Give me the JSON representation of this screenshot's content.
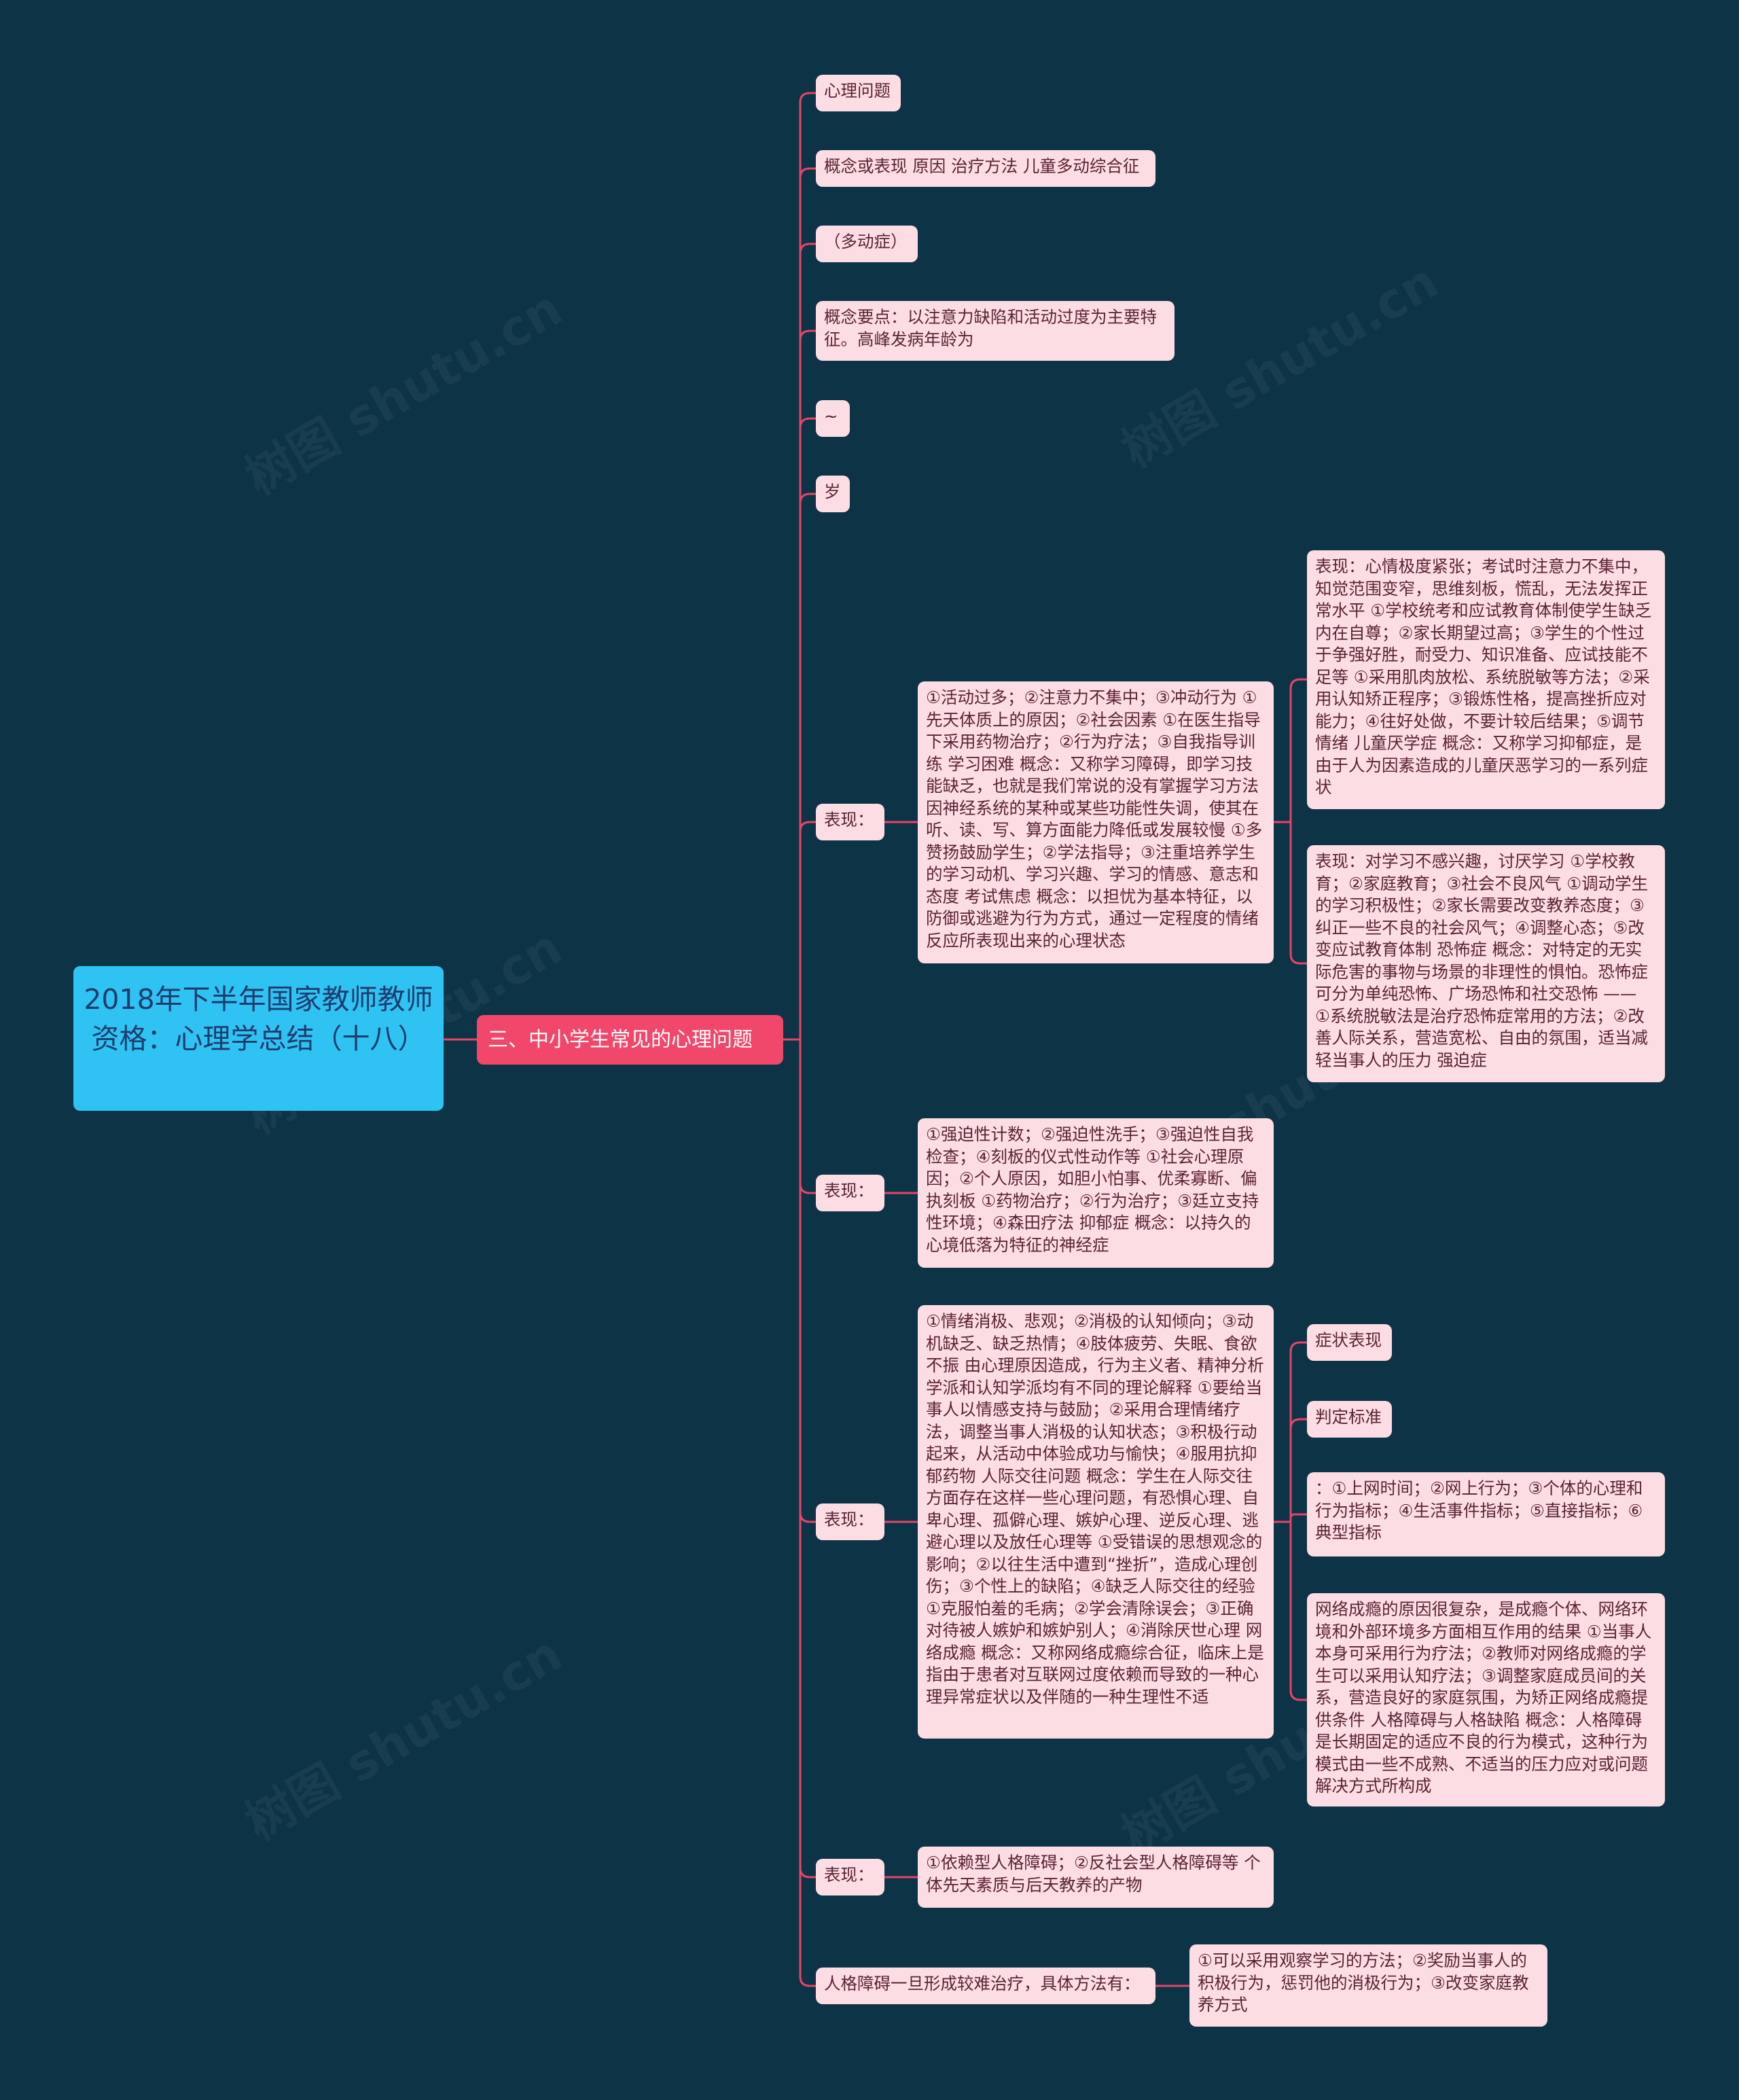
{
  "root": {
    "title": "2018年下半年国家教师教师资格：心理学总结（十八）"
  },
  "branch": {
    "label": "三、中小学生常见的心理问题"
  },
  "watermark": "树图 shutu.cn",
  "items": [
    "心理问题",
    "概念或表现 原因 治疗方法 儿童多动综合征",
    "（多动症）",
    "概念要点：以注意力缺陷和活动过度为主要特征。高峰发病年龄为",
    "~",
    "岁",
    "表现：",
    "表现：",
    "表现：",
    "表现：",
    "人格障碍一旦形成较难治疗，具体方法有："
  ],
  "details": [
    "①活动过多；②注意力不集中；③冲动行为 ①先天体质上的原因；②社会因素 ①在医生指导下采用药物治疗；②行为疗法；③自我指导训练 学习困难 概念：又称学习障碍，即学习技能缺乏，也就是我们常说的没有掌握学习方法 因神经系统的某种或某些功能性失调，使其在听、读、写、算方面能力降低或发展较慢 ①多赞扬鼓励学生；②学法指导；③注重培养学生的学习动机、学习兴趣、学习的情感、意志和态度 考试焦虑 概念：以担忧为基本特征，以防御或逃避为行为方式，通过一定程度的情绪反应所表现出来的心理状态",
    "①强迫性计数；②强迫性洗手；③强迫性自我检查；④刻板的仪式性动作等 ①社会心理原因；②个人原因，如胆小怕事、优柔寡断、偏执刻板 ①药物治疗；②行为治疗；③廷立支持性环境；④森田疗法 抑郁症 概念：以持久的心境低落为特征的神经症",
    "①情绪消极、悲观；②消极的认知倾向；③动机缺乏、缺乏热情；④肢体疲劳、失眠、食欲不振 由心理原因造成，行为主义者、精神分析学派和认知学派均有不同的理论解释 ①要给当事人以情感支持与鼓励；②采用合理情绪疗法，调整当事人消极的认知状态；③积极行动起来，从活动中体验成功与愉快；④服用抗抑郁药物 人际交往问题 概念：学生在人际交往方面存在这样一些心理问题，有恐惧心理、自卑心理、孤僻心理、嫉妒心理、逆反心理、逃避心理以及放任心理等 ①受错误的思想观念的影响；②以往生活中遭到“挫折”，造成心理创伤；③个性上的缺陷；④缺乏人际交往的经验 ①克服怕羞的毛病；②学会清除误会；③正确对待被人嫉妒和嫉妒别人；④消除厌世心理 网络成瘾 概念：又称网络成瘾综合征，临床上是指由于患者对互联网过度依赖而导致的一种心理异常症状以及伴随的一种生理性不适",
    "①依赖型人格障碍；②反社会型人格障碍等 个体先天素质与后天教养的产物",
    "①可以采用观察学习的方法；②奖励当事人的积极行为，惩罚他的消极行为；③改变家庭教养方式"
  ],
  "right": [
    "表现：心情极度紧张；考试时注意力不集中，知觉范围变窄，思维刻板，慌乱，无法发挥正常水平 ①学校统考和应试教育体制使学生缺乏内在自尊；②家长期望过高；③学生的个性过于争强好胜，耐受力、知识准备、应试技能不足等 ①采用肌肉放松、系统脱敏等方法；②采用认知矫正程序；③锻炼性格，提高挫折应对能力；④往好处做，不要计较后结果；⑤调节情绪 儿童厌学症 概念：又称学习抑郁症，是由于人为因素造成的儿童厌恶学习的一系列症状",
    "表现：对学习不感兴趣，讨厌学习 ①学校教育；②家庭教育；③社会不良风气 ①调动学生的学习积极性；②家长需要改变教养态度；③纠正一些不良的社会风气；④调整心态；⑤改变应试教育体制 恐怖症 概念：对特定的无实际危害的事物与场景的非理性的惧怕。恐怖症可分为单纯恐怖、广场恐怖和社交恐怖 —— ①系统脱敏法是治疗恐怖症常用的方法；②改善人际关系，营造宽松、自由的氛围，适当减轻当事人的压力 强迫症",
    "症状表现",
    "判定标准",
    "：①上网时间；②网上行为；③个体的心理和行为指标；④生活事件指标；⑤直接指标；⑥典型指标",
    "网络成瘾的原因很复杂，是成瘾个体、网络环境和外部环境多方面相互作用的结果 ①当事人本身可采用行为疗法；②教师对网络成瘾的学生可以采用认知疗法；③调整家庭成员间的关系，营造良好的家庭氛围，为矫正网络成瘾提供条件 人格障碍与人格缺陷 概念：人格障碍是长期固定的适应不良的行为模式，这种行为模式由一些不成熟、不适当的压力应对或问题解决方式所构成"
  ],
  "colors": {
    "background": "#0d3347",
    "root": "#2fc3f3",
    "branch": "#f0476a",
    "node": "#fddde4",
    "line": "#e8436a"
  }
}
